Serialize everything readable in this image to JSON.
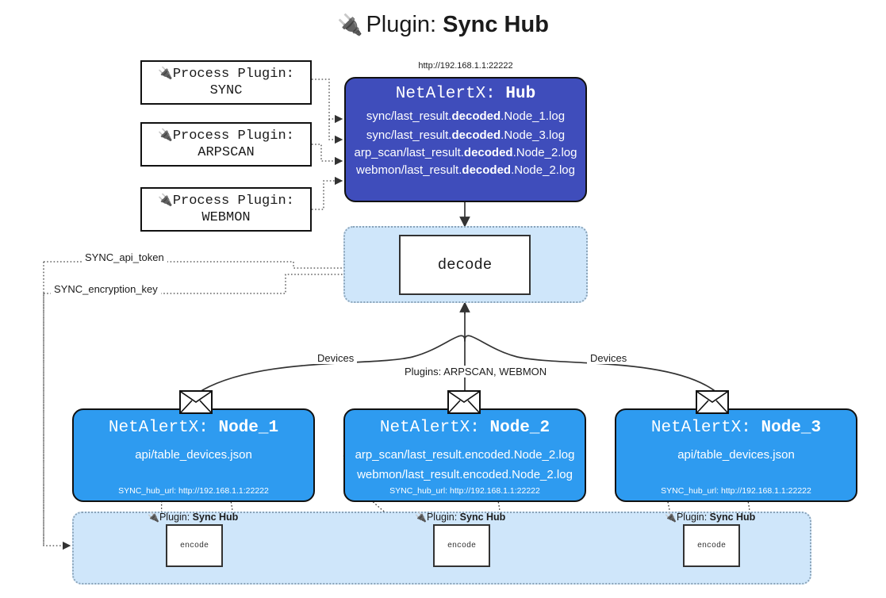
{
  "title": {
    "icon": "plug-icon",
    "prefix": "Plugin:",
    "name": "Sync Hub"
  },
  "hub": {
    "url": "http://192.168.1.1:22222",
    "title_prefix": "NetAlertX:",
    "title_name": "Hub",
    "loglines": [
      {
        "pre": "sync/last_result.",
        "strong": "decoded",
        "post": ".Node_1.log"
      },
      {
        "pre": "sync/last_result.",
        "strong": "decoded",
        "post": ".Node_3.log"
      },
      {
        "pre": "arp_scan/last_result.",
        "strong": "decoded",
        "post": ".Node_2.log"
      },
      {
        "pre": "webmon/last_result.",
        "strong": "decoded",
        "post": ".Node_2.log"
      }
    ]
  },
  "process_plugins": [
    {
      "line1": "Process Plugin:",
      "line2": "SYNC"
    },
    {
      "line1": "Process Plugin:",
      "line2": "ARPSCAN"
    },
    {
      "line1": "Process Plugin:",
      "line2": "WEBMON"
    }
  ],
  "decode": {
    "label": "decode"
  },
  "wire_labels": {
    "api_token": "SYNC_api_token",
    "encryption_key": "SYNC_encryption_key",
    "devices_left": "Devices",
    "devices_right": "Devices",
    "plugins_mid": "Plugins: ARPSCAN, WEBMON"
  },
  "nodes": [
    {
      "title_prefix": "NetAlertX:",
      "title_name": "Node_1",
      "lines": [
        "api/table_devices.json"
      ],
      "footer": "SYNC_hub_url: http://192.168.1.1:22222"
    },
    {
      "title_prefix": "NetAlertX:",
      "title_name": "Node_2",
      "lines": [
        "arp_scan/last_result.encoded.Node_2.log",
        "webmon/last_result.encoded.Node_2.log"
      ],
      "footer": "SYNC_hub_url: http://192.168.1.1:22222"
    },
    {
      "title_prefix": "NetAlertX:",
      "title_name": "Node_3",
      "lines": [
        "api/table_devices.json"
      ],
      "footer": "SYNC_hub_url: http://192.168.1.1:22222"
    }
  ],
  "encoders": [
    {
      "caption_prefix": "Plugin:",
      "caption_name": "Sync Hub",
      "label": "encode"
    },
    {
      "caption_prefix": "Plugin:",
      "caption_name": "Sync Hub",
      "label": "encode"
    },
    {
      "caption_prefix": "Plugin:",
      "caption_name": "Sync Hub",
      "label": "encode"
    }
  ],
  "colors": {
    "hub_fill": "#3f4dbb",
    "node_fill": "#2e9bf0",
    "container_fill": "#cfe6fa",
    "stroke": "#111111"
  }
}
